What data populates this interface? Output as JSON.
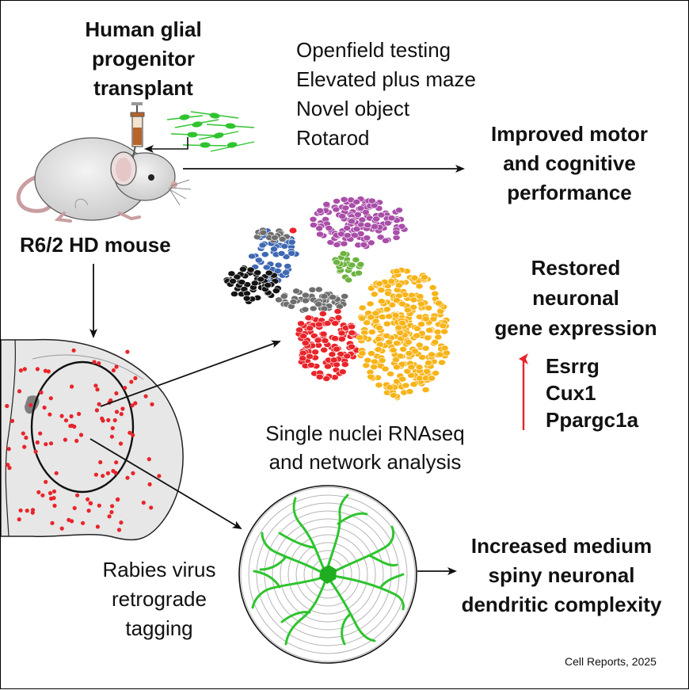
{
  "transplant_title": [
    "Human glial",
    "progenitor",
    "transplant"
  ],
  "behavior_tests": [
    "Openfield testing",
    "Elevated plus maze",
    "Novel object",
    "Rotarod"
  ],
  "outcome_motor": [
    "Improved motor",
    "and cognitive",
    "performance"
  ],
  "mouse_label": "R6/2 HD mouse",
  "outcome_expression": [
    "Restored",
    "neuronal",
    "gene expression"
  ],
  "genes": [
    "Esrrg",
    "Cux1",
    "Ppargc1a"
  ],
  "rnaseq_label": [
    "Single nuclei RNAseq",
    "and network analysis"
  ],
  "rabies_label": [
    "Rabies virus",
    "retrograde",
    "tagging"
  ],
  "outcome_dendritic": [
    "Increased medium",
    "spiny neuronal",
    "dendritic complexity"
  ],
  "citation": "Cell Reports, 2025",
  "colors": {
    "transplant_dot": "#e8242a",
    "neuron": "#2ec42e",
    "upregulation_arrow": "#e8242a",
    "cluster_magenta": "#a94ea8",
    "cluster_blue": "#3f68b3",
    "cluster_black": "#141414",
    "cluster_gray": "#6e6e6e",
    "cluster_green": "#6cb33f",
    "cluster_red": "#e8242a",
    "cluster_orange": "#f7b419"
  }
}
